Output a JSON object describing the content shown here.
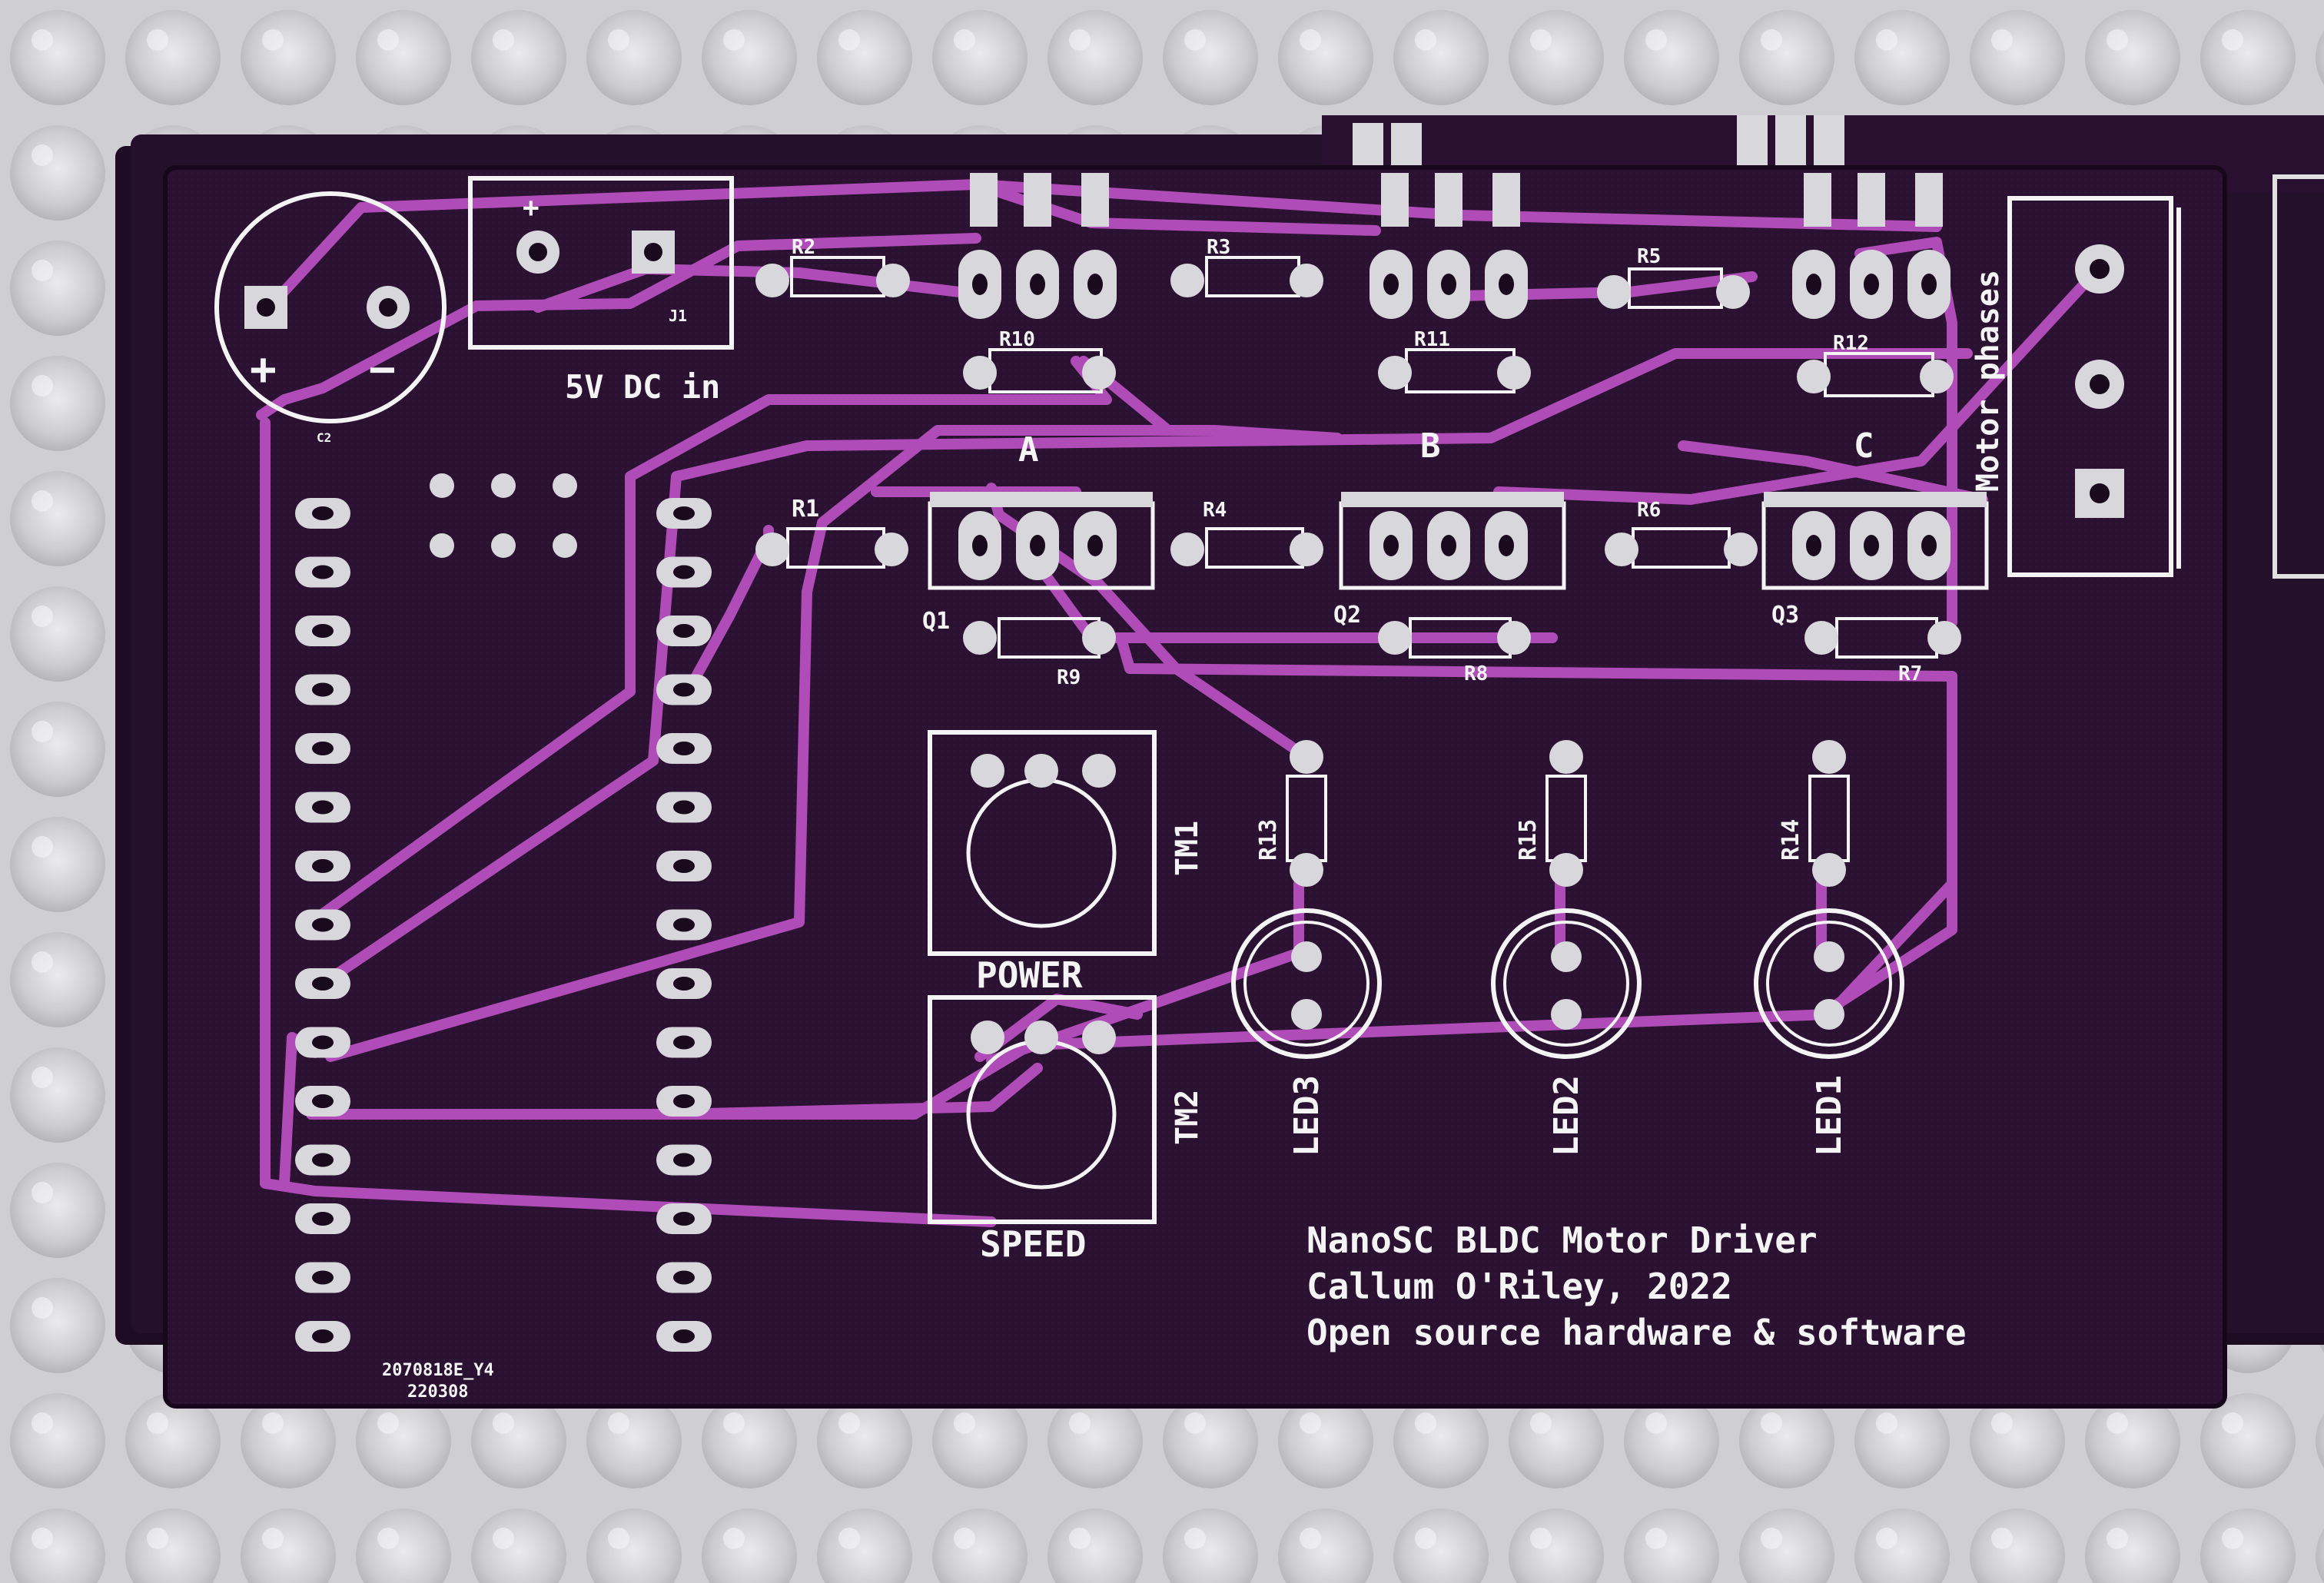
{
  "colors": {
    "background": "#d3d3d6",
    "board": "#2a1030",
    "board_dark": "#1c0a22",
    "trace": "#b04cb8",
    "silkscreen": "#f4f4f4",
    "pad": "#d8d8dc"
  },
  "board": {
    "power": {
      "connector_label": "5V DC in",
      "ref": "J1",
      "plus": "+",
      "minus": "−",
      "cap_ref": "C2"
    },
    "phase_groups": [
      "A",
      "B",
      "C"
    ],
    "resistors_top": [
      "R2",
      "R3",
      "R5"
    ],
    "resistors_mid": [
      "R10",
      "R11",
      "R12"
    ],
    "resistors_gate": [
      "R1",
      "R4",
      "R6"
    ],
    "resistors_bottom": [
      "R9",
      "R8",
      "R7"
    ],
    "transistors": [
      "Q1",
      "Q2",
      "Q3"
    ],
    "trimmers": {
      "tm1": "TM1",
      "tm1_label": "POWER",
      "tm2": "TM2",
      "tm2_label": "SPEED"
    },
    "led_resistors": [
      "R13",
      "R15",
      "R14"
    ],
    "leds": [
      "LED3",
      "LED2",
      "LED1"
    ],
    "motor_connector_label": "Motor phases",
    "credits": {
      "line1": "NanoSC BLDC Motor Driver",
      "line2": "Callum O'Riley, 2022",
      "line3": "Open source hardware & software"
    },
    "batch": {
      "line1": "2070818E_Y4",
      "line2": "220308"
    }
  }
}
